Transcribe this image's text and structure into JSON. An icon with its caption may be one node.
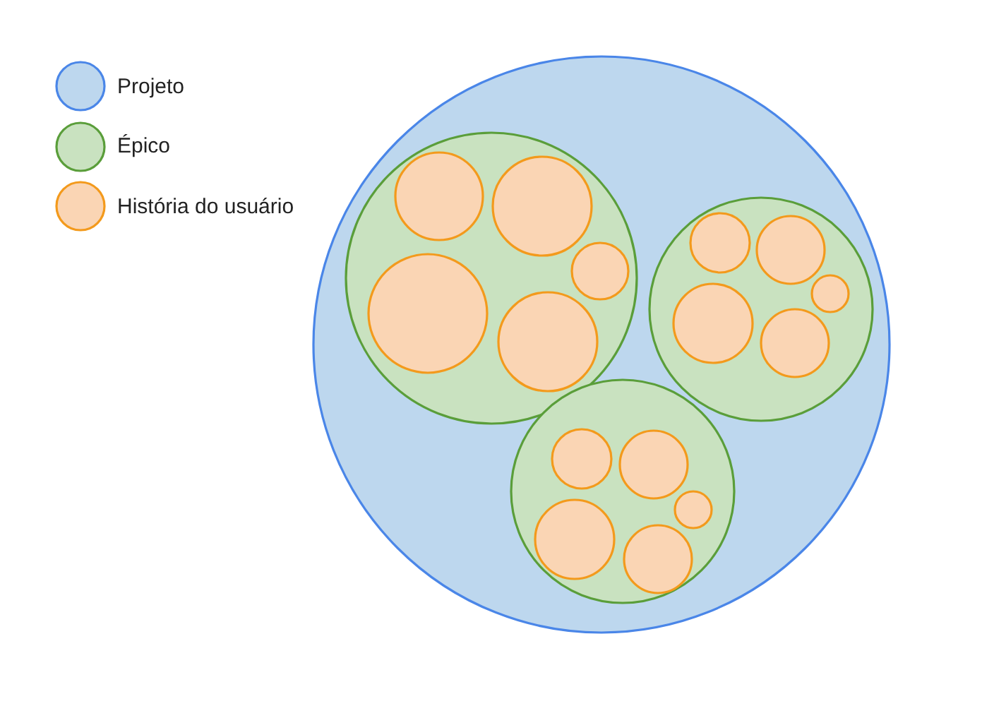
{
  "diagram": {
    "nodes": [
      {
        "text": [],
        "shape": "circle"
      },
      {
        "text": [],
        "shape": "circle",
        "in": 0
      },
      {
        "text": [],
        "shape": "circle",
        "in": 1
      },
      {
        "text": [],
        "shape": "circle",
        "in": 1
      },
      {
        "text": [],
        "shape": "circle",
        "in": 1
      },
      {
        "text": [],
        "shape": "circle",
        "in": 1
      },
      {
        "text": [],
        "shape": "circle",
        "in": 1
      },
      {
        "text": [],
        "shape": "circle",
        "in": 0
      },
      {
        "text": [],
        "shape": "circle",
        "in": 7
      },
      {
        "text": [],
        "shape": "circle",
        "in": 7
      },
      {
        "text": [],
        "shape": "circle",
        "in": 7
      },
      {
        "text": [],
        "shape": "circle",
        "in": 7
      },
      {
        "text": [],
        "shape": "circle",
        "in": 7
      },
      {
        "text": [],
        "shape": "circle",
        "in": 0
      },
      {
        "text": [],
        "shape": "circle",
        "in": 13
      },
      {
        "text": [],
        "shape": "circle",
        "in": 13
      },
      {
        "text": [],
        "shape": "circle",
        "in": 13
      },
      {
        "text": [],
        "shape": "circle",
        "in": 13
      },
      {
        "text": [],
        "shape": "circle",
        "in": 13
      }
    ],
    "edges": [],
    "legend": [
      {
        "text": "Projeto",
        "color": "#bdd7ee"
      },
      {
        "text": "Épico",
        "color": "#c9e2c0"
      },
      {
        "text": "História do usuário",
        "color": "#fad5b4"
      }
    ]
  }
}
